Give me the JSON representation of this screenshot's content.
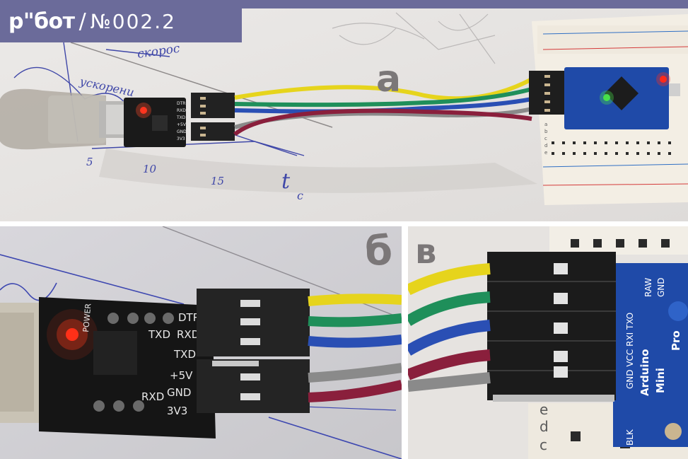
{
  "header": {
    "title_main": "р\"бот",
    "title_separator": "/",
    "title_issue": "№002.2"
  },
  "panels": {
    "a": {
      "label": "а"
    },
    "b": {
      "label": "б"
    },
    "c": {
      "label": "в"
    }
  },
  "wire_colors": {
    "yellow": "#e6d41c",
    "green": "#1f8f5a",
    "blue": "#2a4fb4",
    "gray": "#8a8a8a",
    "maroon": "#8a1f3c"
  },
  "pin_labels_usb_adapter": [
    "DTR",
    "RXD",
    "TXD",
    "+5V",
    "GND",
    "3V3"
  ],
  "adapter_led_label": "POWER",
  "board_text": [
    "Arduino",
    "Mini",
    "Pro"
  ],
  "board_pins": [
    "GND",
    "VCC",
    "RXI",
    "TXO",
    "BLK",
    "RAW",
    "GND"
  ],
  "handwriting": [
    "скорос",
    "ускорени",
    "5",
    "10",
    "15",
    "t",
    "c"
  ],
  "breadboard_rows": [
    "a",
    "b",
    "c",
    "d",
    "e"
  ]
}
